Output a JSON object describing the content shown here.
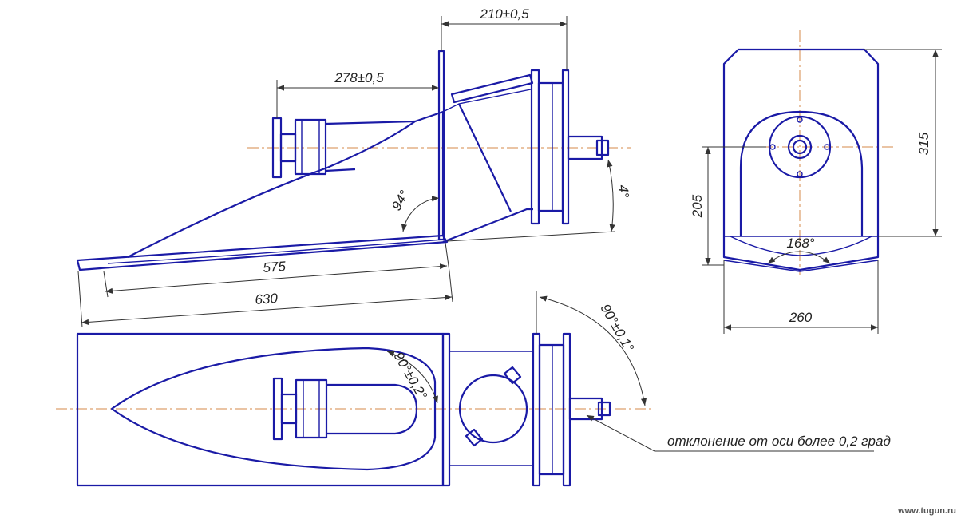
{
  "dimensions": {
    "d_210": "210±0,5",
    "d_278": "278±0,5",
    "d_94deg": "94°",
    "d_4deg": "4°",
    "d_575": "575",
    "d_630": "630",
    "d_315": "315",
    "d_205": "205",
    "d_168deg": "168°",
    "d_260": "260",
    "d_90_01": "90°±0,1°",
    "d_90_02": "90°±0,2°"
  },
  "note": "отклонение от оси более 0,2 град",
  "watermark": "www.tugun.ru",
  "colors": {
    "part": "#1a1aa6",
    "dimension": "#333333",
    "axis": "#d4884a"
  }
}
